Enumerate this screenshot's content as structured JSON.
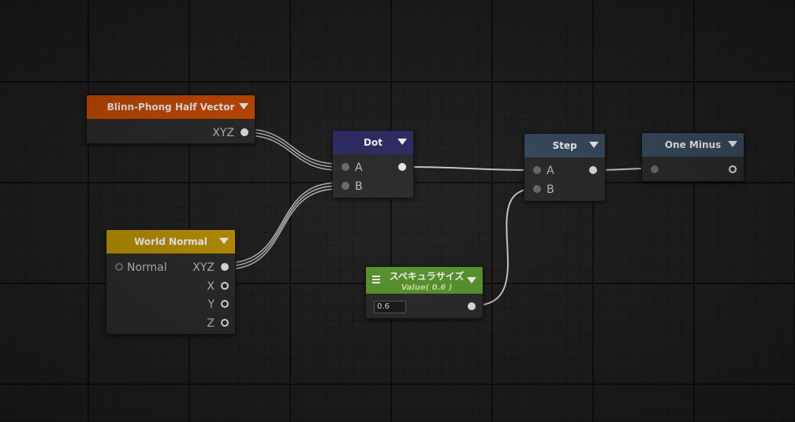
{
  "nodes": {
    "blinn": {
      "title": "Blinn-Phong Half Vector",
      "out_xyz": "XYZ",
      "color": "#d04d00"
    },
    "world_normal": {
      "title": "World Normal",
      "in_normal": "Normal",
      "out_xyz": "XYZ",
      "out_x": "X",
      "out_y": "Y",
      "out_z": "Z",
      "color": "#bf9500"
    },
    "dot": {
      "title": "Dot",
      "in_a": "A",
      "in_b": "B",
      "color": "#2e2c66"
    },
    "step": {
      "title": "Step",
      "in_a": "A",
      "in_b": "B",
      "color": "#3a4d63"
    },
    "one_minus": {
      "title": "One Minus",
      "color": "#3a4d63"
    },
    "specular": {
      "title": "スペキュラサイズ",
      "subtitle": "Value( 0.6 )",
      "value": "0.6",
      "color": "#5c9a2f"
    }
  },
  "icons": [
    "dropdown-arrow-icon",
    "hamburger-menu-icon"
  ]
}
